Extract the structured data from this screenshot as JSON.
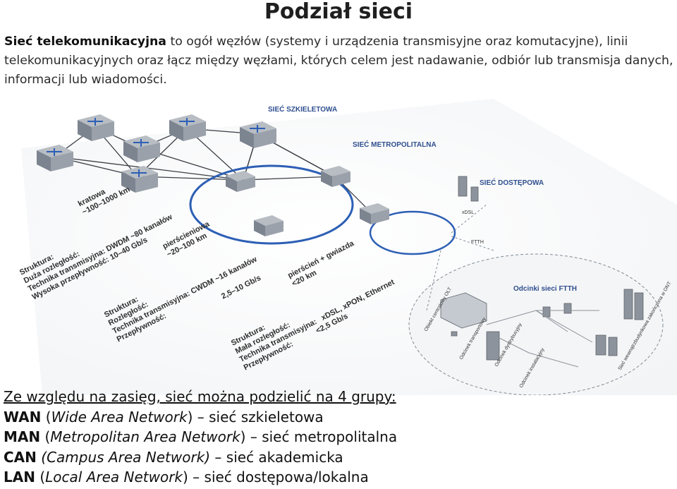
{
  "title": "Podział sieci",
  "intro": {
    "term": "Sieć telekomunikacyjna",
    "rest": " to ogół węzłów (systemy i urządzenia transmisyjne oraz komutacyjne), linii telekomunikacyjnych oraz łącz między węzłami, których celem jest nadawanie, odbiór lub transmisja danych, informacji lub wiadomości."
  },
  "diagram": {
    "labels": {
      "backbone": "SIEĆ SZKIELETOWA",
      "metro": "SIEĆ METROPOLITALNA",
      "access": "SIEĆ DOSTĘPOWA",
      "ftth_sections": "Odcinki sieci FTTH",
      "xdsl": "xDSL",
      "ftth": "FTTH"
    },
    "backbone_text": [
      "kratowa",
      "~100–1000 km",
      "Technika transmisyjna: DWDM –80 kanałów",
      "Wysoka przepływność: 10–40 Gb/s"
    ],
    "backbone_struct": [
      "Struktura:",
      "Duża rozległość:",
      "Technika transmisyjna: DWDM ~80 kanałów",
      "Wysoka przepływność: 10–40 Gb/s"
    ],
    "metro_text": [
      "pierścieniowa",
      "~20–100 km",
      "Technika transmisyjna: CWDM ~16 kanałów",
      "2,5–10 Gb/s"
    ],
    "metro_struct": [
      "Struktura:",
      "Rozległość:",
      "Technika transmisyjna:",
      "Przepływność:"
    ],
    "access_text": [
      "pierścień + gwiazda",
      "<20 km",
      "xDSL, xPON, Ethernet",
      "<2,5 Gb/s"
    ],
    "access_struct": [
      "Struktura:",
      "Mała rozległość:",
      "Technika transmisyjna:",
      "Przepływność:"
    ],
    "ftth_segments": [
      "Obiekt centralowy OLT",
      "Odcinek transportowy",
      "Odcinek dystrybucyjny",
      "Odcinek instalacyjny",
      "Sieć wewnątrzbudynkowa zakończona w ONT"
    ]
  },
  "bottom": {
    "heading": "Ze względu na zasięg, sieć można podzielić na 4 grupy:",
    "rows": [
      {
        "abbr": "WAN",
        "open": " (",
        "full": "Wide Area Network",
        "close": ") – ",
        "desc": "sieć szkieletowa"
      },
      {
        "abbr": "MAN",
        "open": " (",
        "full": "Metropolitan Area Network",
        "close": ") – ",
        "desc": "sieć metropolitalna"
      },
      {
        "abbr": "CAN",
        "open": " ",
        "full": "(Campus Area Network) –",
        "close": " ",
        "desc": "sieć akademicka"
      },
      {
        "abbr": "LAN",
        "open": " (",
        "full": "Local Area Network",
        "close": ") – ",
        "desc": "sieć dostępowa/lokalna"
      }
    ]
  }
}
